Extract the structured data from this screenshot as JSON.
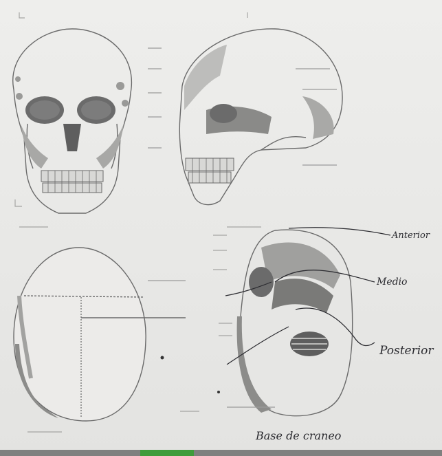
{
  "labels": {
    "anterior": "Anterior",
    "medio": "Medio",
    "posterior": "Posterior",
    "caption": "Base de craneo"
  },
  "colors": {
    "paper": "#eeeeec",
    "ink": "#2b2b30",
    "accent_tab": "#3f9c3b"
  }
}
